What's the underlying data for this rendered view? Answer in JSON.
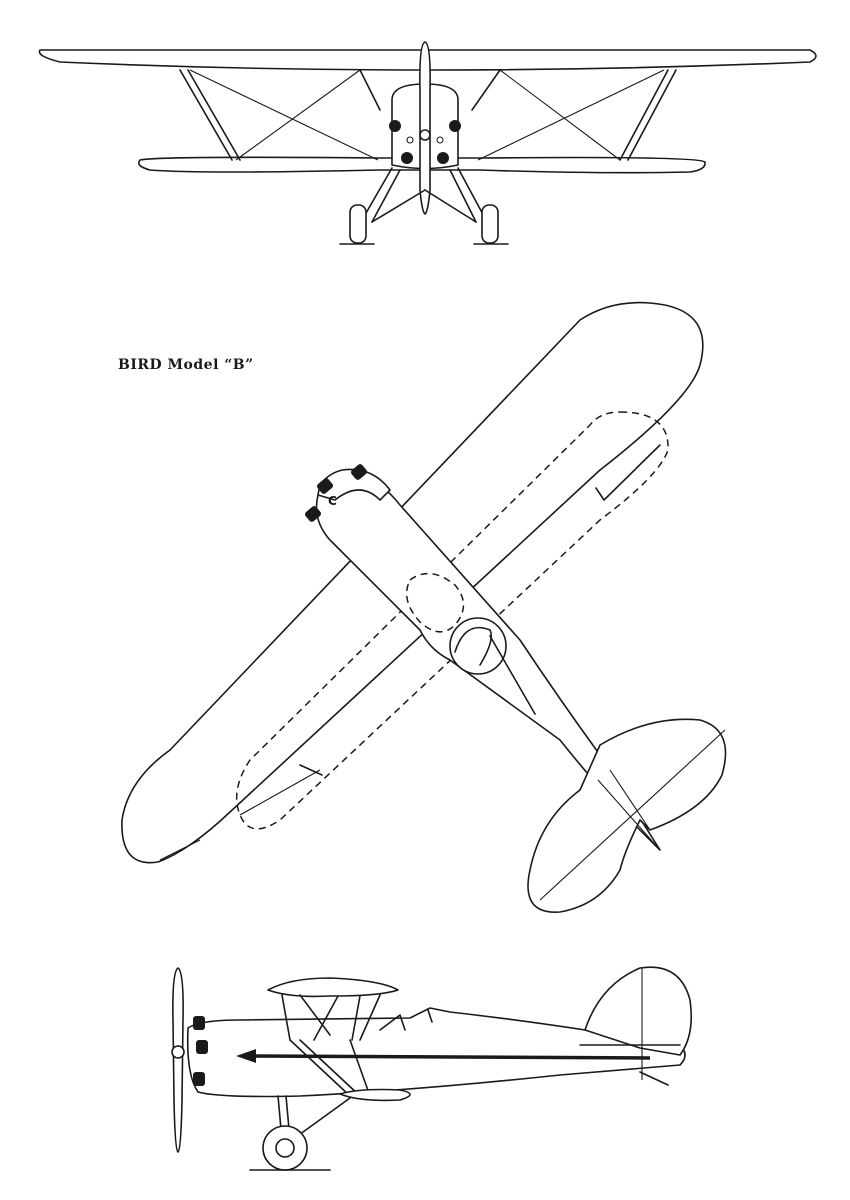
{
  "drawing": {
    "caption": "BIRD Model “B”",
    "views": [
      "front-view",
      "plan-view",
      "side-view"
    ]
  }
}
